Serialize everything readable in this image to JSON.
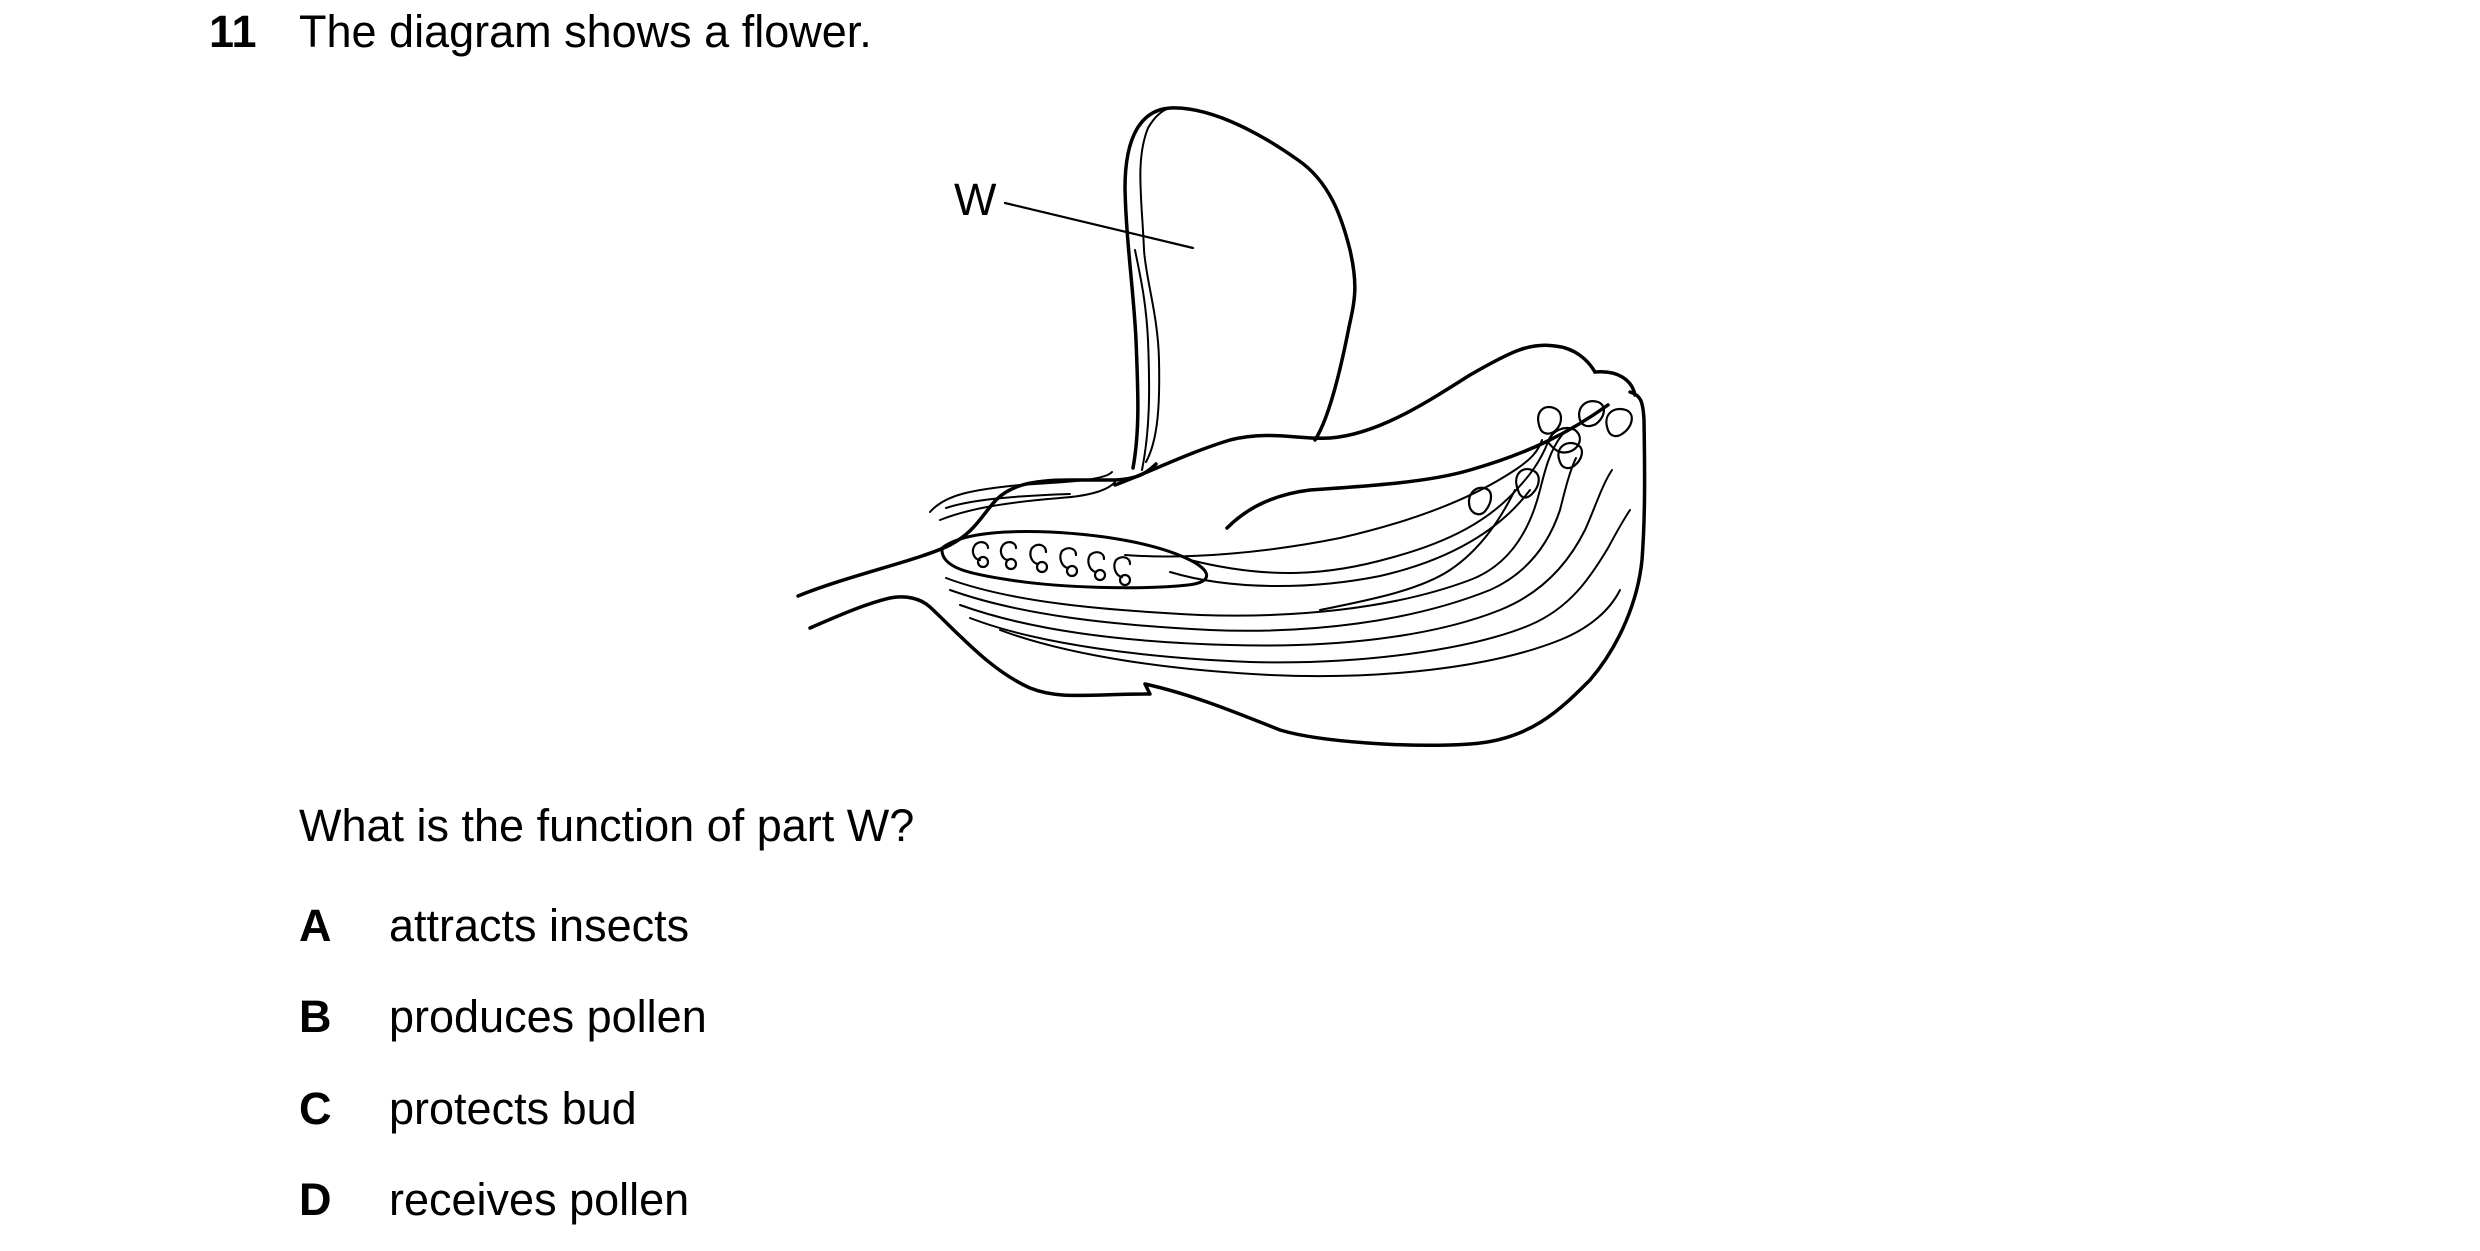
{
  "question": {
    "number": "11",
    "stem": "The diagram shows a flower.",
    "prompt": "What is the function of part W?",
    "diagram_label": "W",
    "options": [
      {
        "letter": "A",
        "text": "attracts insects"
      },
      {
        "letter": "B",
        "text": "produces pollen"
      },
      {
        "letter": "C",
        "text": "protects bud"
      },
      {
        "letter": "D",
        "text": "receives pollen"
      }
    ]
  }
}
